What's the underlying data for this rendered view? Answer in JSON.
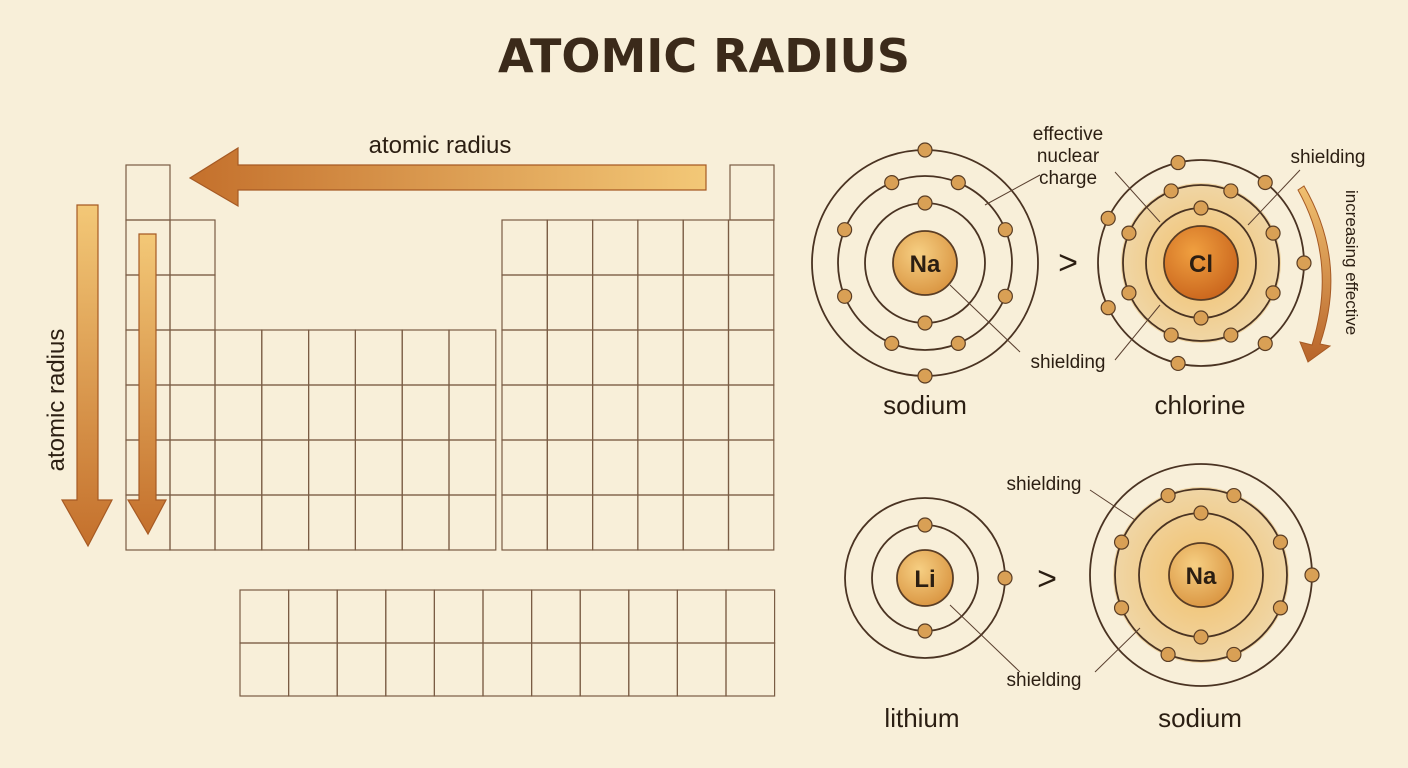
{
  "title": "ATOMIC RADIUS",
  "colors": {
    "background": "#f8efd9",
    "line": "#4a3322",
    "arrow_light": "#f0c070",
    "arrow_dark": "#c0702a",
    "electron": "#d9a055",
    "shell_fill": "#f0d5a5"
  },
  "periodic_table": {
    "horizontal_arrow_label": "atomic radius",
    "vertical_arrow_label": "atomic radius"
  },
  "top_comparison": {
    "left_atom": {
      "symbol": "Na",
      "name": "sodium"
    },
    "right_atom": {
      "symbol": "Cl",
      "name": "chlorine"
    },
    "relation": ">",
    "label_effective_nuclear_charge": "effective\nnuclear\ncharge",
    "label_shielding_top_right": "shielding",
    "label_shielding_bottom": "shielding",
    "curved_arrow_label": "increasing effective"
  },
  "bottom_comparison": {
    "left_atom": {
      "symbol": "Li",
      "name": "lithium"
    },
    "right_atom": {
      "symbol": "Na",
      "name": "sodium"
    },
    "relation": ">",
    "label_shielding_top": "shielding",
    "label_shielding_bottom": "shielding"
  }
}
